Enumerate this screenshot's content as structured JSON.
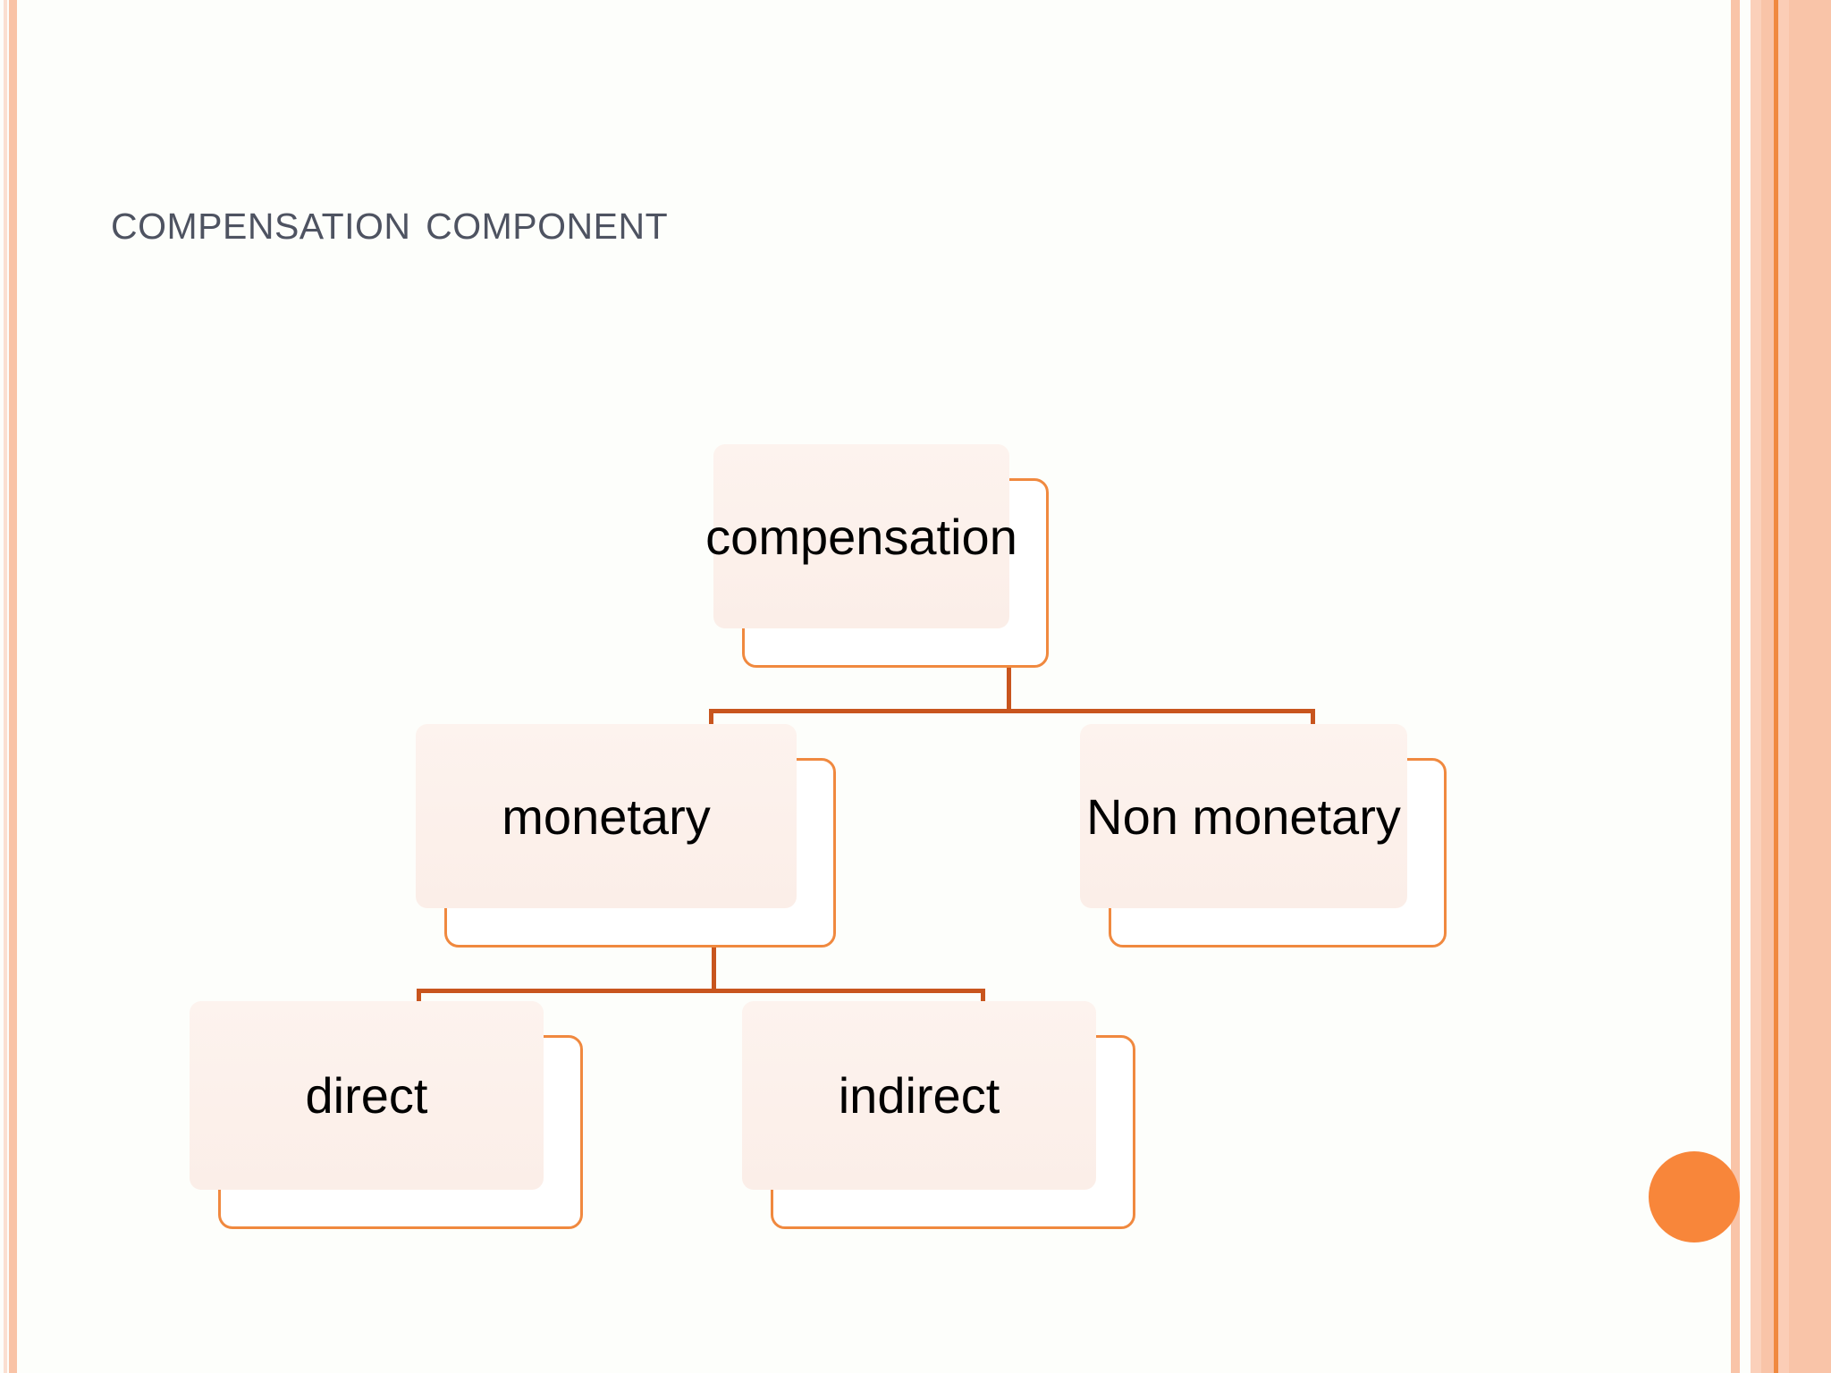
{
  "slide": {
    "title": "Compensation component",
    "background_color": "#fdfefb"
  },
  "theme": {
    "accent_orange": "#f8863a",
    "outline_orange": "#f0893f",
    "connector_orange": "#c8551e",
    "card_inner_pink": "#fdf3ee",
    "title_color": "#4e5361",
    "stripe_peach": "#f9c4a8",
    "stripe_light_peach": "#fbd0ba",
    "stripe_orange_line": "#f0893f"
  },
  "chart_data": {
    "type": "diagram",
    "diagram_kind": "organization-tree",
    "title": "Compensation component",
    "root": "compensation",
    "nodes": [
      {
        "id": "compensation",
        "label": "compensation",
        "level": 0,
        "parent": null
      },
      {
        "id": "monetary",
        "label": "monetary",
        "level": 1,
        "parent": "compensation"
      },
      {
        "id": "non-monetary",
        "label": "Non monetary",
        "level": 1,
        "parent": "compensation"
      },
      {
        "id": "direct",
        "label": "direct",
        "level": 2,
        "parent": "monetary"
      },
      {
        "id": "indirect",
        "label": "indirect",
        "level": 2,
        "parent": "monetary"
      }
    ],
    "edges": [
      {
        "from": "compensation",
        "to": "monetary"
      },
      {
        "from": "compensation",
        "to": "non-monetary"
      },
      {
        "from": "monetary",
        "to": "direct"
      },
      {
        "from": "monetary",
        "to": "indirect"
      }
    ]
  },
  "decorations": {
    "circle_icon": "filled-circle"
  }
}
